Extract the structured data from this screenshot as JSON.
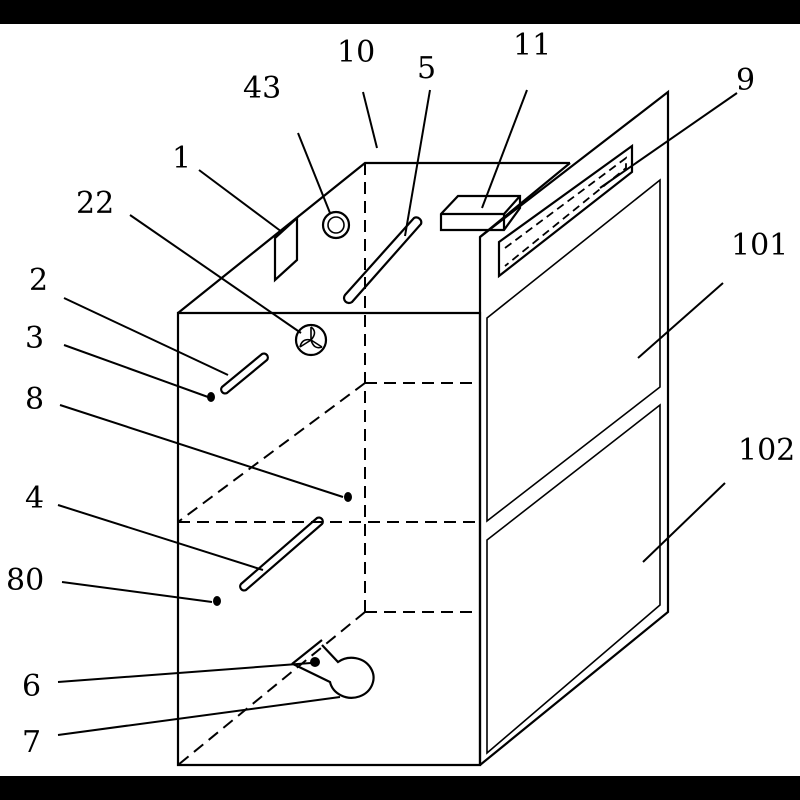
{
  "labels": {
    "l10": "10",
    "l11": "11",
    "l43": "43",
    "l5": "5",
    "l9": "9",
    "l1": "1",
    "l22": "22",
    "l101": "101",
    "l2": "2",
    "l3": "3",
    "l8": "8",
    "l4": "4",
    "l102": "102",
    "l80": "80",
    "l6": "6",
    "l7": "7"
  },
  "colors": {
    "background": "#ffffff",
    "frame": "#000000",
    "ink": "#000000"
  }
}
